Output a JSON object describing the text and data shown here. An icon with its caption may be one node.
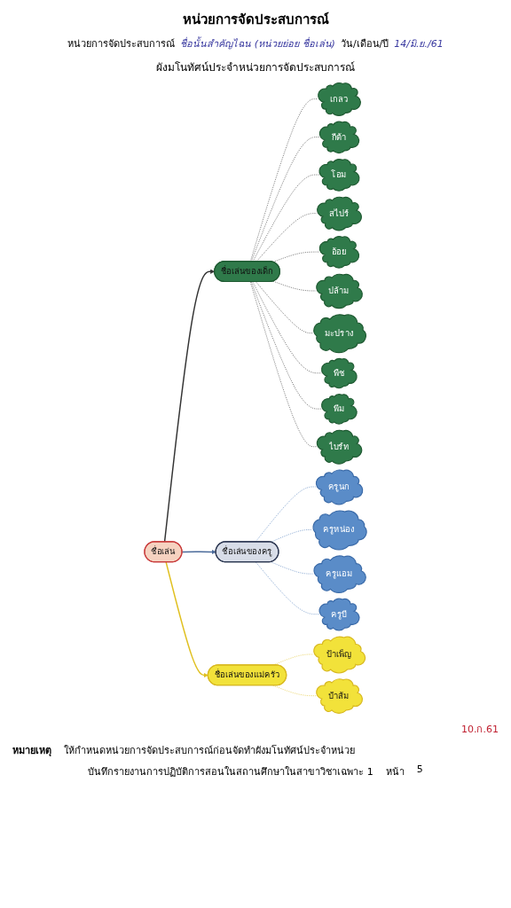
{
  "diagram": {
    "title": "หน่วยการจัดประสบการณ์",
    "caption": "ผังมโนทัศน์ประจำหน่วยการจัดประสบการณ์",
    "nodes": [
      {
        "text": [
          "ชื่อเล่น"
        ]
      },
      {
        "text": [
          "ชื่อเล่นของเด็ก"
        ]
      },
      {
        "text": [
          "ชื่อเล่นของครู"
        ]
      },
      {
        "text": [
          "ชื่อเล่นของแม่ครัว"
        ]
      },
      {
        "text": [
          "เกลว"
        ]
      },
      {
        "text": [
          "กีต้า"
        ]
      },
      {
        "text": [
          "โอม"
        ]
      },
      {
        "text": [
          "สไปร์"
        ]
      },
      {
        "text": [
          "อ้อย"
        ]
      },
      {
        "text": [
          "ปล้าม"
        ]
      },
      {
        "text": [
          "มะปราง"
        ]
      },
      {
        "text": [
          "พืช"
        ]
      },
      {
        "text": [
          "พีม"
        ]
      },
      {
        "text": [
          "ไบร์ท"
        ]
      },
      {
        "text": [
          "ครูนก"
        ]
      },
      {
        "text": [
          "ครูหน่อง"
        ]
      },
      {
        "text": [
          "ครูแอม"
        ]
      },
      {
        "text": [
          "ครูบี"
        ]
      },
      {
        "text": [
          "ป้าเพ็ญ"
        ]
      },
      {
        "text": [
          "ป้าส้ม"
        ]
      }
    ],
    "edges": [
      {
        "from": 0,
        "to": 1,
        "arrow": "to"
      },
      {
        "from": 0,
        "to": 2,
        "arrow": "to",
        "color": "#4a6a9a"
      },
      {
        "from": 0,
        "to": 3,
        "arrow": "to",
        "color": "#e0c020"
      },
      {
        "from": 1,
        "to": 4,
        "arrow": "none",
        "style": "dashed"
      },
      {
        "from": 1,
        "to": 5,
        "arrow": "none",
        "style": "dashed"
      },
      {
        "from": 1,
        "to": 6,
        "arrow": "none",
        "style": "dashed"
      },
      {
        "from": 1,
        "to": 7,
        "arrow": "none",
        "style": "dashed"
      },
      {
        "from": 1,
        "to": 8,
        "arrow": "none",
        "style": "dashed"
      },
      {
        "from": 1,
        "to": 9,
        "arrow": "none",
        "style": "dashed"
      },
      {
        "from": 1,
        "to": 10,
        "arrow": "none",
        "style": "dashed"
      },
      {
        "from": 1,
        "to": 11,
        "arrow": "none",
        "style": "dashed"
      },
      {
        "from": 1,
        "to": 12,
        "arrow": "none",
        "style": "dashed"
      },
      {
        "from": 1,
        "to": 13,
        "arrow": "none",
        "style": "dashed"
      },
      {
        "from": 2,
        "to": 14,
        "arrow": "none",
        "style": "dashed",
        "color": "#4a7ab8"
      },
      {
        "from": 2,
        "to": 15,
        "arrow": "none",
        "style": "dashed",
        "color": "#4a7ab8"
      },
      {
        "from": 2,
        "to": 16,
        "arrow": "none",
        "style": "dashed",
        "color": "#4a7ab8"
      },
      {
        "from": 2,
        "to": 17,
        "arrow": "none",
        "style": "dashed",
        "color": "#4a7ab8"
      },
      {
        "from": 3,
        "to": 18,
        "arrow": "none",
        "style": "dashed",
        "color": "#e0c020"
      },
      {
        "from": 3,
        "to": 19,
        "arrow": "none",
        "style": "dashed",
        "color": "#e0c020"
      }
    ],
    "labels": [
      "หน่วยการจัดประสบการณ์",
      "ชื่อนั้นสำคัญไฉน (หน่วยย่อย ชื่อเล่น)",
      "วัน/เดือน/ปี",
      "14/มิ.ย./61",
      "10.ก.61",
      "หมายเหตุ",
      "ให้กำหนดหน่วยการจัดประสบการณ์ก่อนจัดทำผังมโนทัศน์ประจำหน่วย",
      "บันทึกรายงานการปฏิบัติการสอนในสถานศึกษาในสาขาวิชาเฉพาะ 1",
      "หน้า",
      "5"
    ]
  }
}
